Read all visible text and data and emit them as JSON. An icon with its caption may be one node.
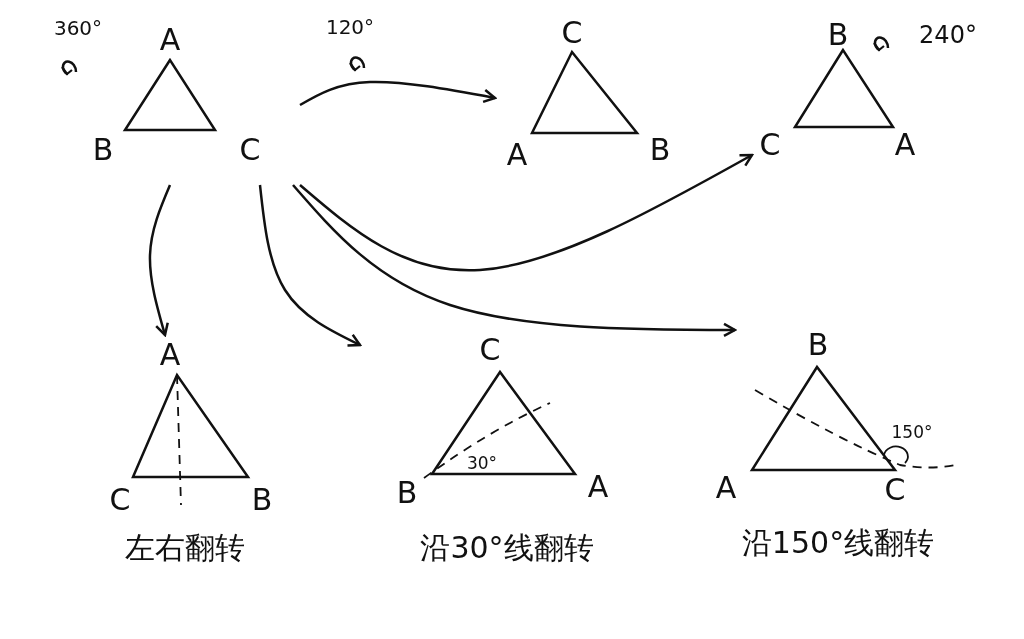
{
  "diagram": {
    "nodes": [
      {
        "text": [
          "A",
          "B",
          "C"
        ],
        "beside": [
          "360°"
        ]
      },
      {
        "text": [
          "C",
          "A",
          "B"
        ]
      },
      {
        "text": [
          "B",
          "C",
          "A"
        ],
        "beside": [
          "240°"
        ]
      },
      {
        "text": [
          "A",
          "C",
          "B"
        ],
        "beside": [
          "左右翻转"
        ]
      },
      {
        "text": [
          "C",
          "B",
          "A"
        ],
        "beside": [
          "沿30°线翻转"
        ]
      },
      {
        "text": [
          "B",
          "A",
          "C"
        ],
        "beside": [
          "沿150°线翻转"
        ]
      }
    ],
    "edges": [
      {
        "from": 0,
        "to": 1,
        "arrow": "to",
        "label": "120°"
      },
      {
        "from": 0,
        "to": 2,
        "arrow": "to"
      },
      {
        "from": 0,
        "to": 3,
        "arrow": "to"
      },
      {
        "from": 0,
        "to": 4,
        "arrow": "to"
      },
      {
        "from": 0,
        "to": 5,
        "arrow": "to"
      }
    ],
    "labels": [
      "30°",
      "150°"
    ]
  }
}
